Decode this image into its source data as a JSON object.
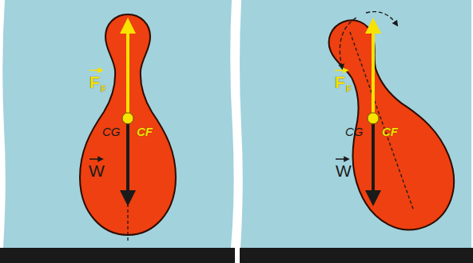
{
  "diagram": {
    "labels": [
      "F",
      "F",
      "CG",
      "CF",
      "W",
      "F",
      "F",
      "CG",
      "CF",
      "W"
    ]
  }
}
